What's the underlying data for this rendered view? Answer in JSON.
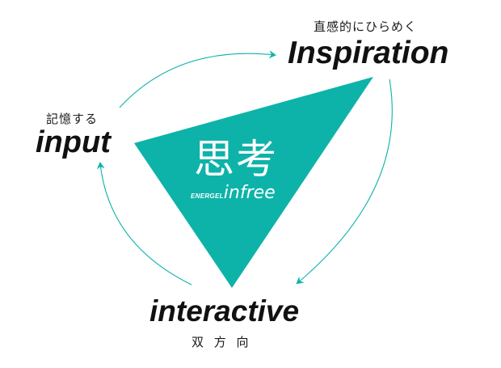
{
  "colors": {
    "accent": "#0db3a9",
    "text": "#111111",
    "on_accent": "#ffffff"
  },
  "nodes": {
    "inspiration": {
      "title": "Inspiration",
      "caption": "直感的にひらめく"
    },
    "input": {
      "title": "input",
      "caption": "記憶する"
    },
    "interactive": {
      "title": "interactive",
      "caption": "双 方 向"
    }
  },
  "center": {
    "title": "思考",
    "brand_prefix": "ENERGEL",
    "brand_name": "infree"
  }
}
